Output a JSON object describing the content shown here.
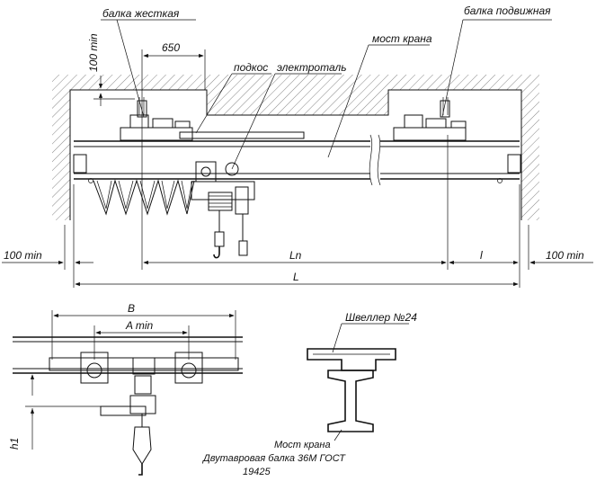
{
  "labels": {
    "rigid_beam": "балка жесткая",
    "movable_beam": "балка подвижная",
    "crane_bridge": "мост крана",
    "brace": "подкос",
    "hoist": "электроталь",
    "dim_650": "650",
    "dim_100min_vertical": "100 min",
    "dim_100min_left": "100 min",
    "dim_100min_right": "100 min",
    "dim_Ln": "Ln",
    "dim_l": "l",
    "dim_L": "L",
    "dim_B": "B",
    "dim_Amin": "A min",
    "dim_h1": "h1",
    "channel": "Швеллер №24",
    "section_line1": "Мост крана",
    "section_line2": "Двутавровая балка 36М ГОСТ",
    "section_line3": "19425"
  }
}
